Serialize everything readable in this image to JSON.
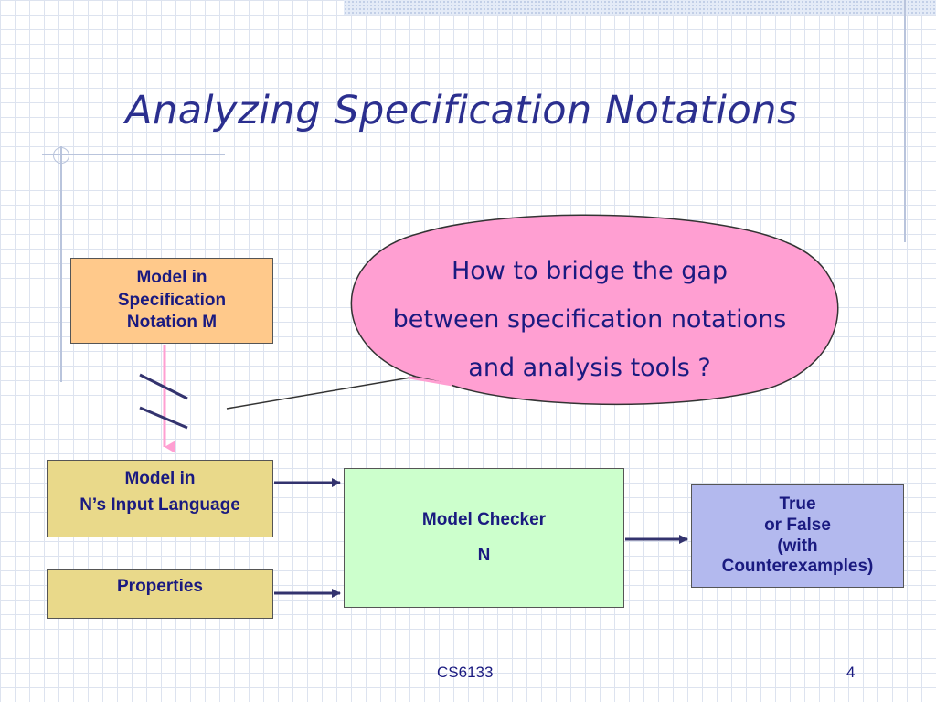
{
  "slide": {
    "title": "Analyzing Specification Notations",
    "footer": "CS6133",
    "page_number": "4"
  },
  "callout": {
    "lines": [
      "How to bridge the gap",
      "between specification notations",
      "and analysis tools ?"
    ]
  },
  "boxes": {
    "spec_model": {
      "lines": [
        "Model in",
        "Specification",
        "Notation M"
      ]
    },
    "input_model": {
      "lines": [
        "Model in",
        "N’s Input Language"
      ]
    },
    "properties": {
      "label": "Properties"
    },
    "checker": {
      "lines": [
        "Model Checker",
        "N"
      ]
    },
    "result": {
      "lines": [
        "True",
        "or False",
        "(with",
        "Counterexamples)"
      ]
    }
  },
  "colors": {
    "title": "#2b2f8f",
    "text": "#1a1a80",
    "spec_box": "#ffc98b",
    "input_box": "#e9d98a",
    "checker_box": "#ccffcc",
    "result_box": "#b3b9ee",
    "callout_fill": "#ff9fd2",
    "arrow": "#33336e",
    "broken_arrow": "#ff9fd2"
  }
}
